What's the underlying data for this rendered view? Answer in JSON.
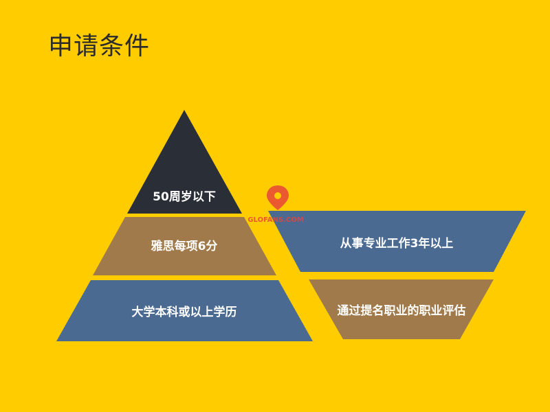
{
  "title": "申请条件",
  "pyramid": [
    {
      "label": "50周岁以下",
      "color": "#2A2E36"
    },
    {
      "label": "雅思每项6分",
      "color": "#A07A4A"
    },
    {
      "label": "大学本科或以上学历",
      "color": "#4A6A92"
    }
  ],
  "funnel": [
    {
      "label": "从事专业工作3年以上",
      "color": "#4A6A92"
    },
    {
      "label": "通过提名职业的职业评估",
      "color": "#A07A4A"
    }
  ],
  "watermark": {
    "text": "GLOFANS.COM",
    "color": "#E8443A"
  }
}
